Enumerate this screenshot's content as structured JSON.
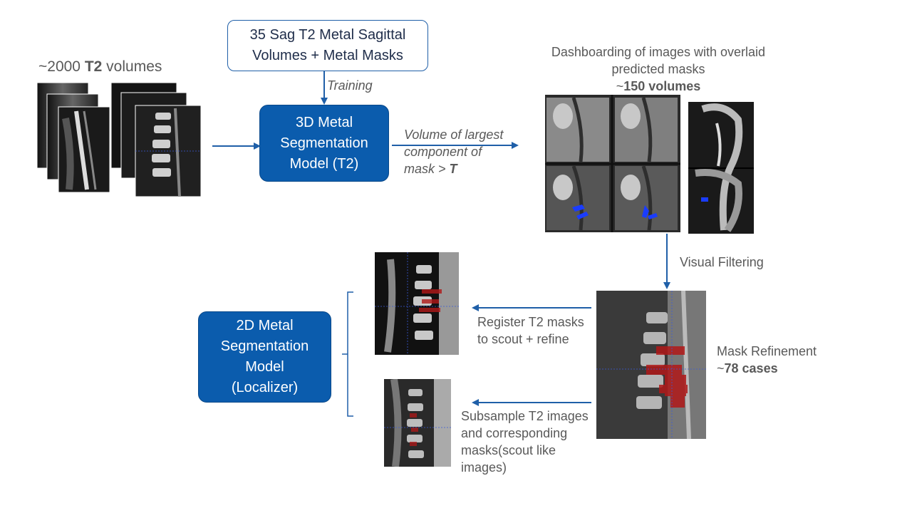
{
  "input_volumes": {
    "prefix": "~2000 ",
    "bold": "T2",
    "suffix": " volumes"
  },
  "training_box": {
    "line1": "35 Sag T2 Metal Sagittal",
    "line2": "Volumes + Metal Masks"
  },
  "training_label": "Training",
  "model_3d": {
    "line1": "3D Metal",
    "line2": "Segmentation",
    "line3": "Model (T2)"
  },
  "filter_label": {
    "line1": "Volume of largest",
    "line2": "component of",
    "line3": "mask > ",
    "bold": "T"
  },
  "dashboard": {
    "line1": "Dashboarding of images with overlaid",
    "line2": "predicted masks",
    "count_prefix": "~",
    "count_bold": "150 volumes"
  },
  "visual_filtering": "Visual Filtering",
  "mask_refinement": {
    "line1": "Mask Refinement",
    "prefix": "~",
    "bold": "78 cases"
  },
  "register_label": {
    "line1": "Register T2 masks",
    "line2": "to scout + refine"
  },
  "subsample_label": {
    "line1": "Subsample T2 images",
    "line2": "and corresponding",
    "line3": "masks(scout like",
    "line4": "images)"
  },
  "model_2d": {
    "line1": "2D Metal",
    "line2": "Segmentation",
    "line3": "Model",
    "line4": "(Localizer)"
  },
  "colors": {
    "accent": "#0b5cad",
    "arrow": "#1f5fa8",
    "text": "#595959",
    "mask_blue": "#1a3cff",
    "mask_red": "#b01818"
  }
}
